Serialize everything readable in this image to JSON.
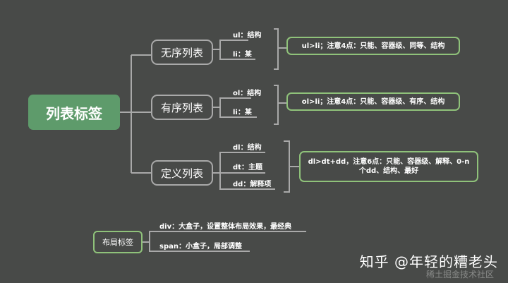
{
  "root": {
    "label": "列表标签"
  },
  "branches": [
    {
      "label": "无序列表",
      "leaves": [
        "ul：结构",
        "li：某"
      ],
      "note": "ul>li；注意4点：只能、容器级、同等、结构"
    },
    {
      "label": "有序列表",
      "leaves": [
        "ol：结构",
        "li：某"
      ],
      "note": "ol>li；注意4点：只能、容器级、有序、结构"
    },
    {
      "label": "定义列表",
      "leaves": [
        "dl：结构",
        "dt：主题",
        "dd：解释项"
      ],
      "note": "dl>dt+dd，注意6点：只能、容器级、解释、0-n个dd、结构、最好"
    }
  ],
  "layout_root": {
    "label": "布局标签",
    "leaves": [
      "div：大盒子，设置整体布局效果，最经典",
      "span：小盒子，局部调整"
    ]
  },
  "watermark": {
    "text": "知乎 @年轻的糟老头",
    "sub": "稀土掘金技术社区"
  },
  "colors": {
    "background": "#484a48",
    "root_fill": "#5e9b6b",
    "note_border": "#8fc27a",
    "line": "#a9a9a9"
  }
}
